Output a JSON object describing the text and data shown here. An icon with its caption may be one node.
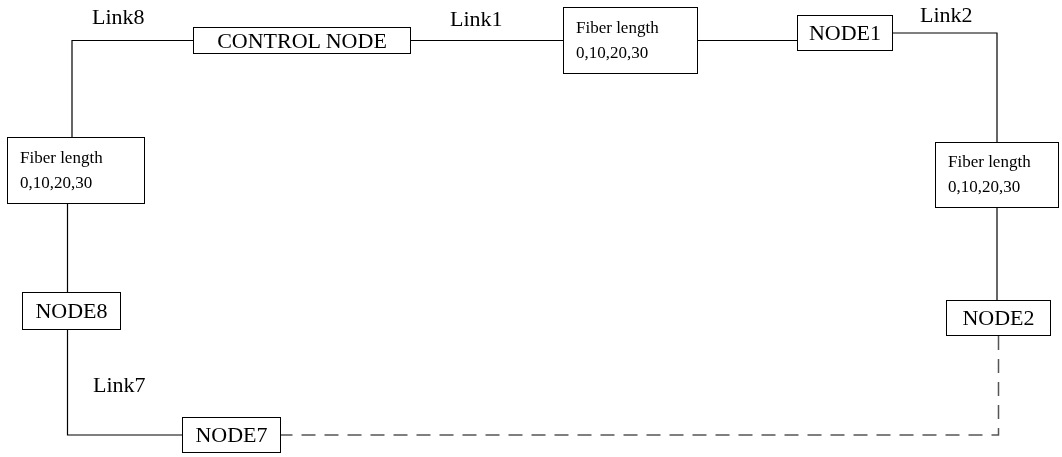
{
  "diagram": {
    "nodes": [
      {
        "text": [
          "CONTROL NODE"
        ]
      },
      {
        "text": [
          "Fiber length",
          "0,10,20,30"
        ]
      },
      {
        "text": [
          "NODE1"
        ]
      },
      {
        "text": [
          "Fiber length",
          "0,10,20,30"
        ]
      },
      {
        "text": [
          "Fiber length",
          "0,10,20,30"
        ]
      },
      {
        "text": [
          "NODE8"
        ]
      },
      {
        "text": [
          "NODE2"
        ]
      },
      {
        "text": [
          "NODE7"
        ]
      }
    ],
    "edges": [
      {
        "from": 0,
        "to": 1,
        "arrow": "none",
        "label": "Link1"
      },
      {
        "from": 1,
        "to": 2,
        "arrow": "none"
      },
      {
        "from": 2,
        "to": 4,
        "arrow": "none",
        "label": "Link2"
      },
      {
        "from": 4,
        "to": 6,
        "arrow": "none"
      },
      {
        "from": 6,
        "to": 7,
        "arrow": "none",
        "style": "dashed"
      },
      {
        "from": 7,
        "to": 5,
        "arrow": "none",
        "label": "Link7"
      },
      {
        "from": 5,
        "to": 3,
        "arrow": "none"
      },
      {
        "from": 3,
        "to": 0,
        "arrow": "none",
        "label": "Link8"
      }
    ]
  }
}
